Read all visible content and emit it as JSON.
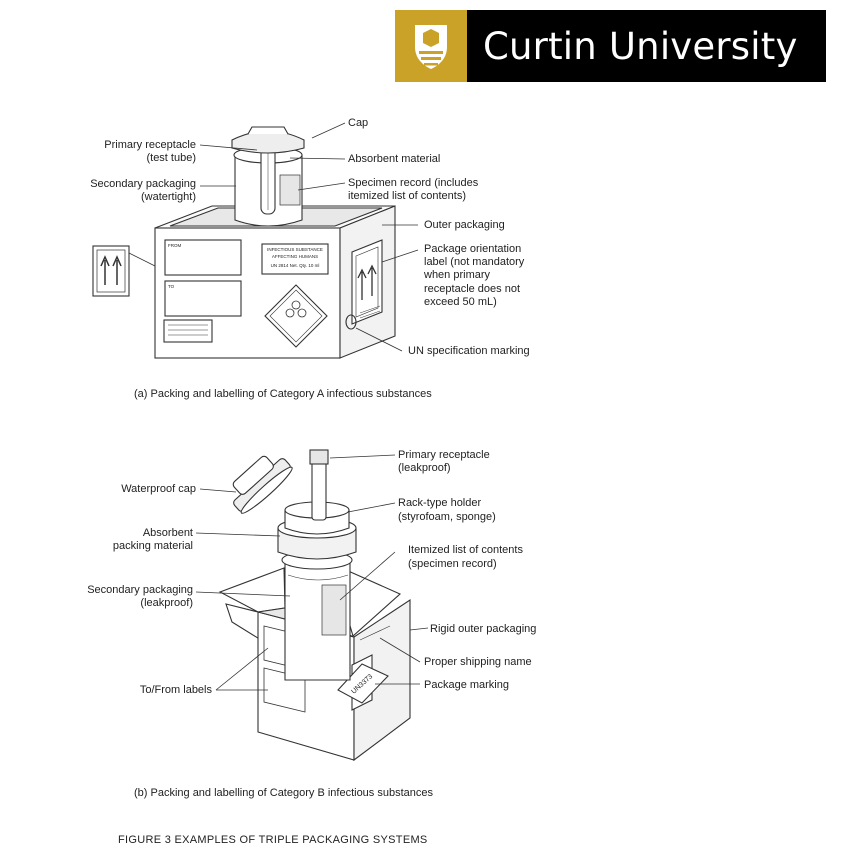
{
  "header": {
    "university_name": "Curtin University"
  },
  "figure": {
    "part_a": {
      "labels": {
        "cap": "Cap",
        "primary_receptacle_1": "Primary receptacle",
        "primary_receptacle_2": "(test tube)",
        "absorbent": "Absorbent material",
        "secondary_1": "Secondary packaging",
        "secondary_2": "(watertight)",
        "specimen_1": "Specimen record (includes",
        "specimen_2": "itemized list of contents)",
        "outer": "Outer packaging",
        "orientation_1": "Package orientation",
        "orientation_2": "label (not mandatory",
        "orientation_3": "when primary",
        "orientation_4": "receptacle does not",
        "orientation_5": "exceed 50 mL)",
        "un_spec": "UN specification marking"
      },
      "box_text": {
        "infectious_1": "INFECTIOUS SUBSTANCE",
        "infectious_2": "AFFECTING HUMANS",
        "infectious_3": "UN 2814   Net. Qty. 10 ml",
        "from": "FROM",
        "to": "TO"
      },
      "caption": "(a)  Packing and labelling of Category A infectious substances"
    },
    "part_b": {
      "labels": {
        "primary_1": "Primary receptacle",
        "primary_2": "(leakproof)",
        "waterproof_cap": "Waterproof cap",
        "rack_1": "Rack-type holder",
        "rack_2": "(styrofoam, sponge)",
        "absorbent_1": "Absorbent",
        "absorbent_2": "packing material",
        "itemized_1": "Itemized list of contents",
        "itemized_2": "(specimen record)",
        "secondary_1": "Secondary packaging",
        "secondary_2": "(leakproof)",
        "rigid_outer": "Rigid outer packaging",
        "shipping_name": "Proper shipping name",
        "to_from": "To/From labels",
        "package_marking": "Package marking"
      },
      "box_text": {
        "un_mark": "UN3373"
      },
      "caption": "(b)  Packing and labelling of Category B infectious substances"
    },
    "title": "FIGURE  3   EXAMPLES OF TRIPLE PACKAGING SYSTEMS"
  }
}
